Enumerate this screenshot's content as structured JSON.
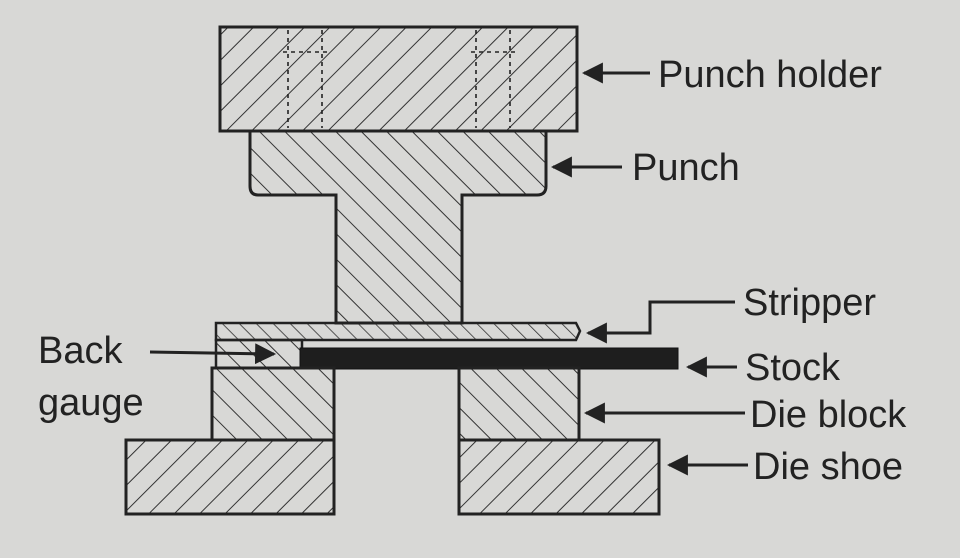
{
  "labels": {
    "punch_holder": "Punch holder",
    "punch": "Punch",
    "stripper": "Stripper",
    "stock": "Stock",
    "die_block": "Die block",
    "die_shoe": "Die shoe",
    "back_gauge_line1": "Back",
    "back_gauge_line2": "gauge"
  },
  "colors": {
    "background": "#d8d8d6",
    "ink": "#222222",
    "stock_fill": "#1e1e1e"
  }
}
